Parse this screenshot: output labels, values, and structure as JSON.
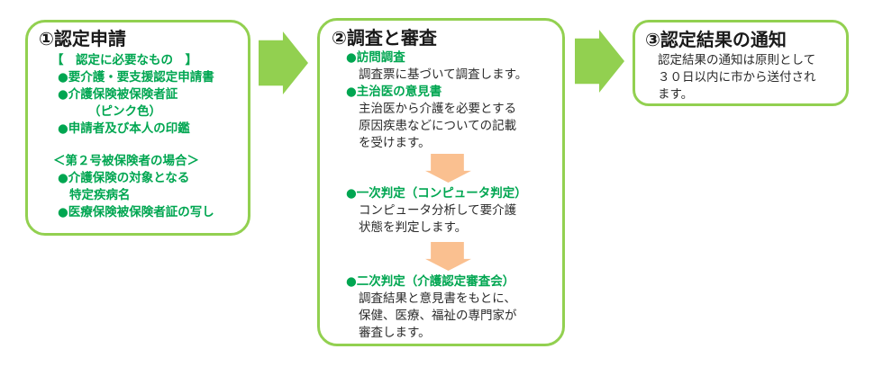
{
  "colors": {
    "green_light": "#92D050",
    "green_text": "#00A651",
    "orange": "#FAC090",
    "title_text": "#1A1A1A",
    "body_text": "#2B2B2B"
  },
  "step1": {
    "title": "①認定申請",
    "bracket": "【　認定に必要なもの　】",
    "item1": "●要介護・要支援認定申請書",
    "item2": "●介護保険被保険者証",
    "item2_note": "（ピンク色）",
    "item3": "●申請者及び本人の印鑑",
    "case_header": "＜第２号被保険者の場合＞",
    "item4": "●介護保険の対象となる",
    "item4_cont": "特定疾病名",
    "item5": "●医療保険被保険者証の写し"
  },
  "step2": {
    "title": "②調査と審査",
    "visit_heading": "●訪問調査",
    "visit_body": "調査票に基づいて調査します。",
    "doctor_heading": "●主治医の意見書",
    "doctor_body1": "主治医から介護を必要とする",
    "doctor_body2": "原因疾患などについての記載",
    "doctor_body3": "を受けます。",
    "primary_heading": "●一次判定（コンピュータ判定）",
    "primary_body1": "コンピュータ分析して要介護",
    "primary_body2": "状態を判定します。",
    "secondary_heading": "●二次判定（介護認定審査会）",
    "secondary_body1": "調査結果と意見書をもとに、",
    "secondary_body2": "保健、医療、福祉の専門家が",
    "secondary_body3": "審査します。"
  },
  "step3": {
    "title": "③認定結果の通知",
    "body1": "認定結果の通知は原則として",
    "body2": "３０日以内に市から送付され",
    "body3": "ます。"
  }
}
